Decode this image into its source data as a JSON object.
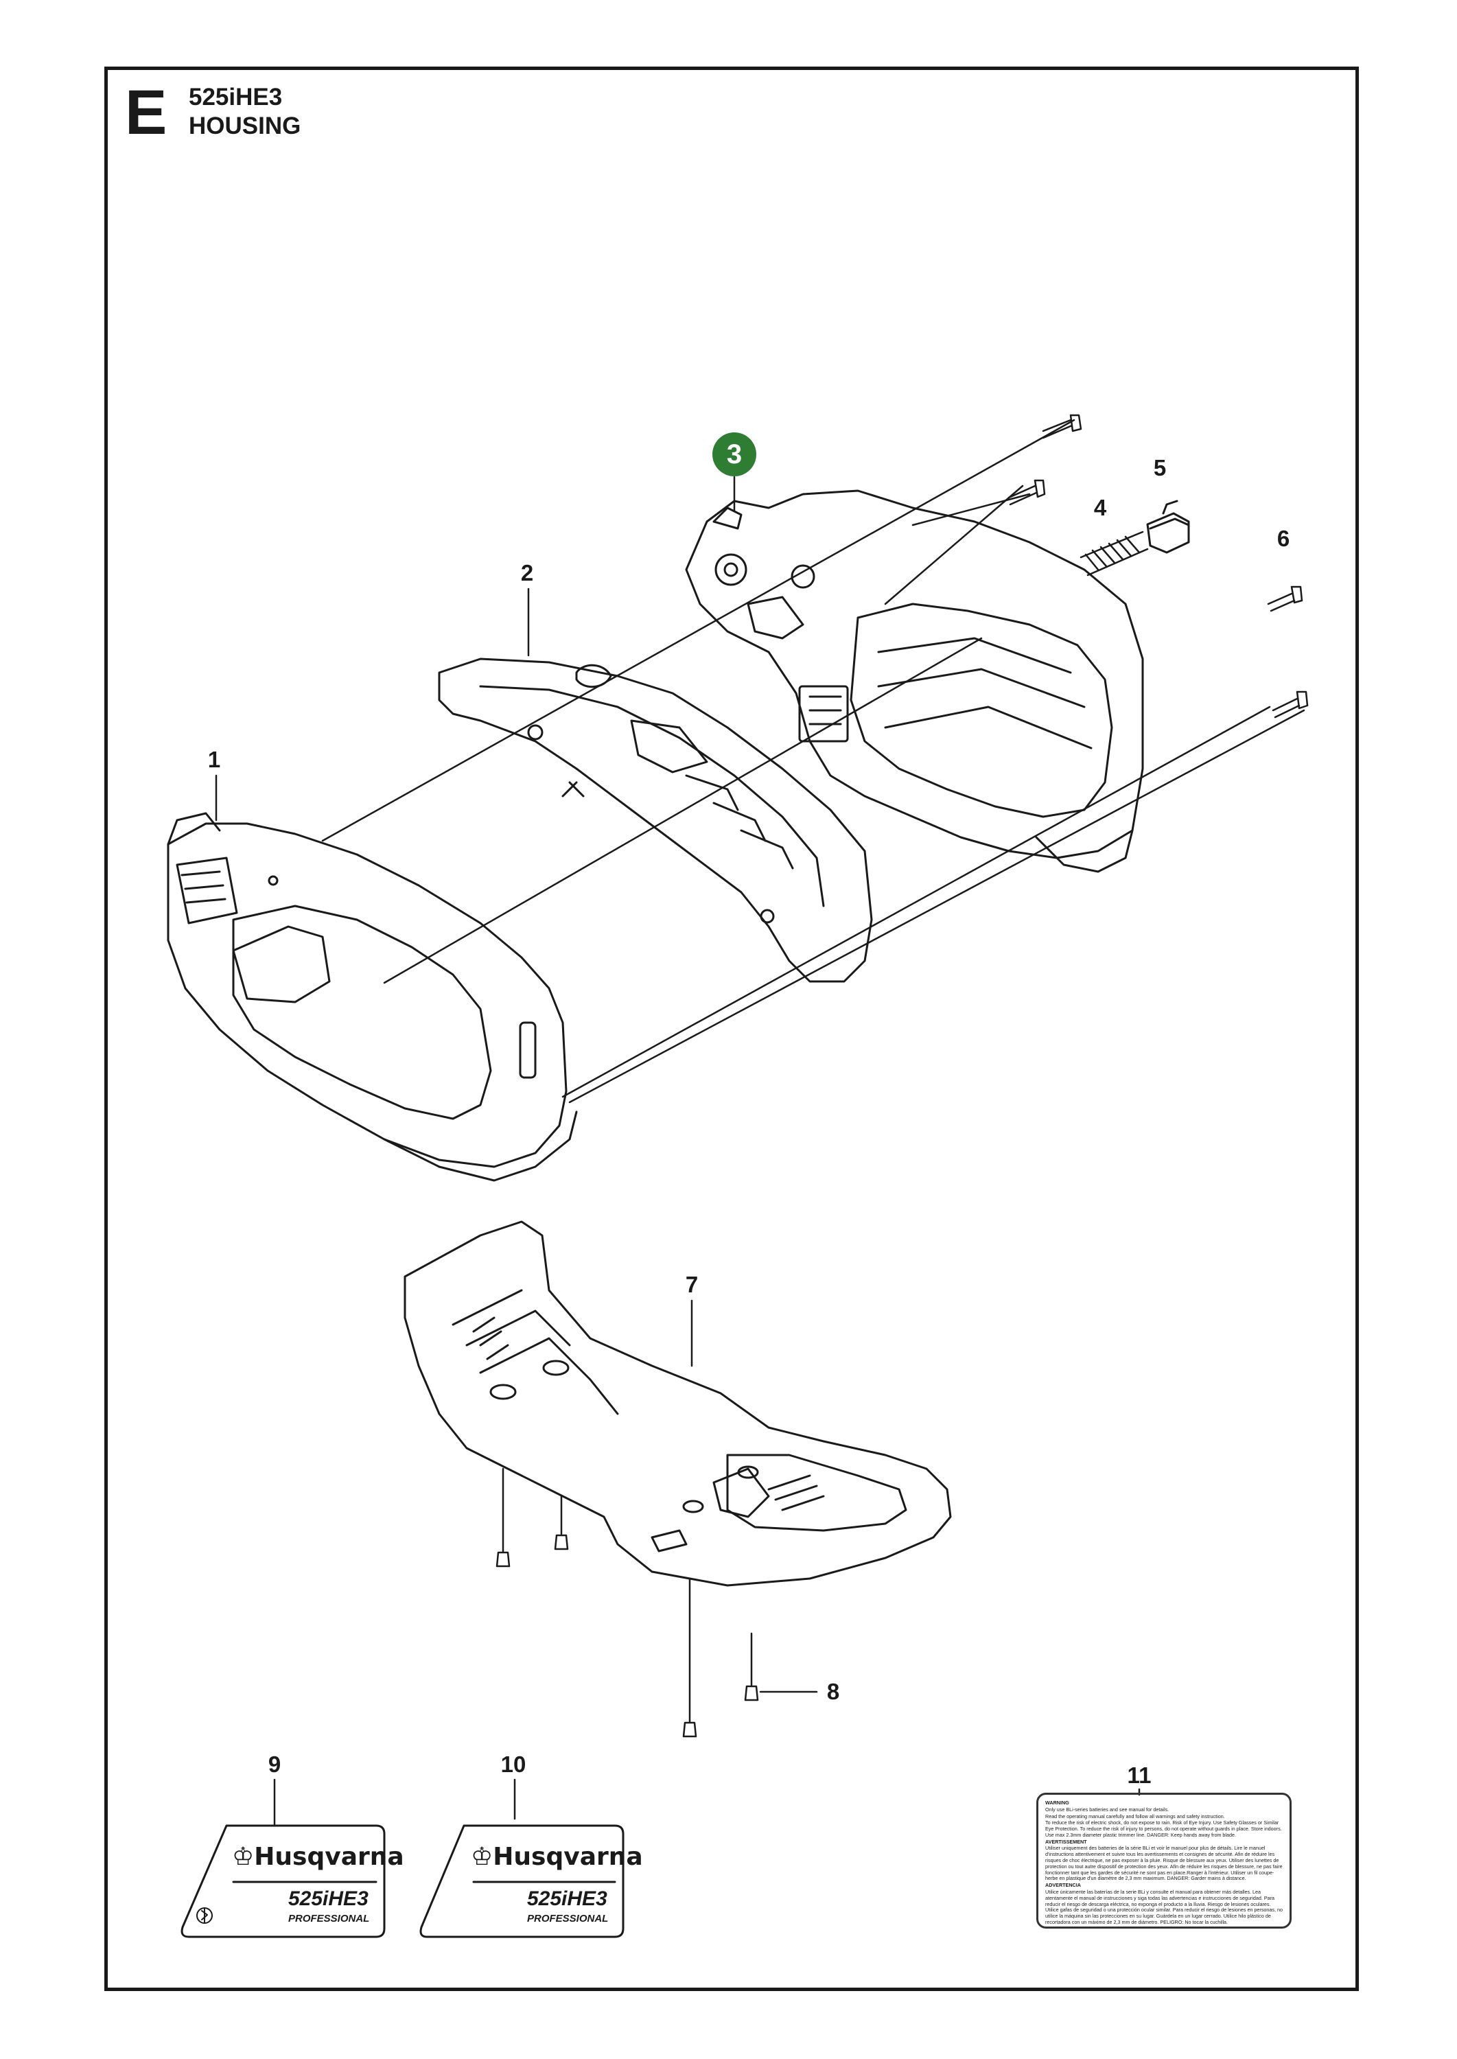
{
  "header": {
    "section_letter": "E",
    "model": "525iHE3",
    "section_name": "HOUSING"
  },
  "callouts": {
    "c1": "1",
    "c2": "2",
    "c3": "3",
    "c4": "4",
    "c5": "5",
    "c6": "6",
    "c7": "7",
    "c8": "8",
    "c9": "9",
    "c10": "10",
    "c11": "11"
  },
  "highlight_color": "#2e7d32",
  "decals": {
    "brand": "Husqvarna",
    "model": "525iHE3",
    "grade": "PROFESSIONAL"
  },
  "warning_label": {
    "w_head": "WARNING",
    "w_1": "Only use BLi-series batteries and see manual for details.",
    "w_2": "Read the operating manual carefully and follow all warnings and safety instruction.",
    "w_3": "To reduce the risk of electric shock, do not expose to rain. Risk of Eye Injury. Use Safety Glasses or Similar Eye Protection. To reduce the risk of injury to persons, do not operate without guards in place. Store indoors. Use max 2.3mm diameter plastic trimmer line. DANGER: Keep hands away from blade.",
    "f_head": "AVERTISSEMENT",
    "f_1": "Utiliser uniquement des batteries de la série BLi et voir le manuel pour plus de détails. Lire le manuel d'instructions attentivement et suivre tous les avertissements et consignes de sécurité. Afin de réduire les risques de choc électrique, ne pas exposer à la pluie. Risque de blessure aux yeux. Utiliser des lunettes de protection ou tout autre dispositif de protection des yeux. Afin de réduire les risques de blessure, ne pas faire fonctionner tant que les gardes de sécurité ne sont pas en place.Ranger à l'intérieur. Utiliser un fil coupe-herbe en plastique d'un diamètre de 2,3 mm maximum. DANGER: Garder mains à distance.",
    "s_head": "ADVERTENCIA",
    "s_1": "Utilice únicamente las baterías de la serie BLi y consulte el manual para obtener más detalles. Lea atentamente el manual de instrucciones y siga todas las advertencias e instrucciones de seguridad. Para reducir el riesgo de descarga eléctrica, no exponga el producto a la lluvia. Riesgo de lesiones oculares. Utilice gafas de seguridad o una protección ocular similar. Para reducir el riesgo de lesiones en personas, no utilice la máquina sin las protecciones en su lugar. Guárdela en un lugar cerrado. Utilice hilo plástico de recortadora con un máximo de 2,3 mm de diámetro. PELIGRO: No tocar la cuchilla."
  }
}
